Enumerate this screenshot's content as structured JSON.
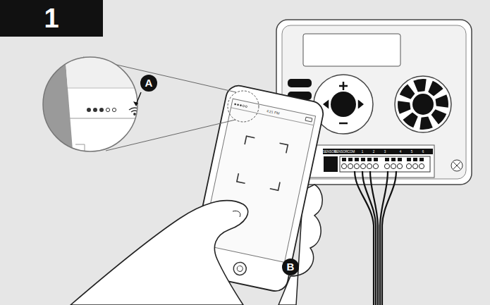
{
  "diagram": {
    "nodes": [
      {
        "text": [
          "1"
        ]
      }
    ],
    "labels": [
      "A",
      "B",
      "4:21 PM",
      "SENSOR",
      "SENSOR",
      "COM",
      "1",
      "2",
      "3",
      "4",
      "5",
      "6"
    ]
  }
}
